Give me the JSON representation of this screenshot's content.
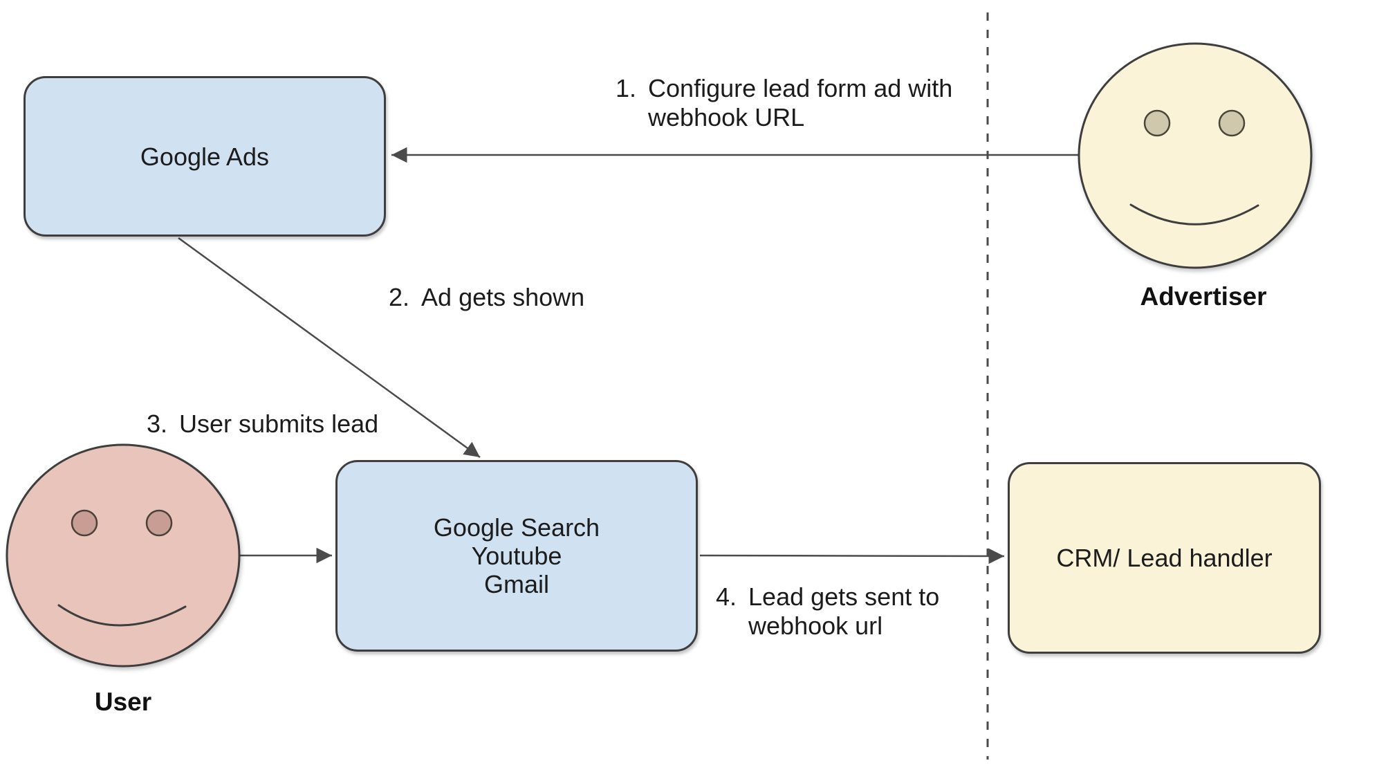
{
  "diagram": {
    "nodes": {
      "google_ads": {
        "label": "Google Ads"
      },
      "google_surfaces": {
        "line1": "Google Search",
        "line2": "Youtube",
        "line3": "Gmail"
      },
      "crm": {
        "label": "CRM/ Lead handler"
      }
    },
    "actors": {
      "advertiser": {
        "label": "Advertiser"
      },
      "user": {
        "label": "User"
      }
    },
    "steps": {
      "s1": {
        "num": "1.",
        "line1": "Configure lead form ad with",
        "line2": "webhook URL"
      },
      "s2": {
        "num": "2.",
        "line1": "Ad gets shown"
      },
      "s3": {
        "num": "3.",
        "line1": "User submits lead"
      },
      "s4": {
        "num": "4.",
        "line1": "Lead gets sent to",
        "line2": "webhook url"
      }
    },
    "colors": {
      "node_blue_fill": "#d0e1f2",
      "node_yellow_fill": "#faf3d8",
      "user_face_fill": "#e8c4ba",
      "user_eye_fill": "#c79d94",
      "advertiser_eye_fill": "#cfc8ad",
      "shape_stroke": "#3e3e3e",
      "arrow_stroke": "#4b4b4b",
      "text": "#1c1c1c",
      "background": "#ffffff"
    }
  }
}
